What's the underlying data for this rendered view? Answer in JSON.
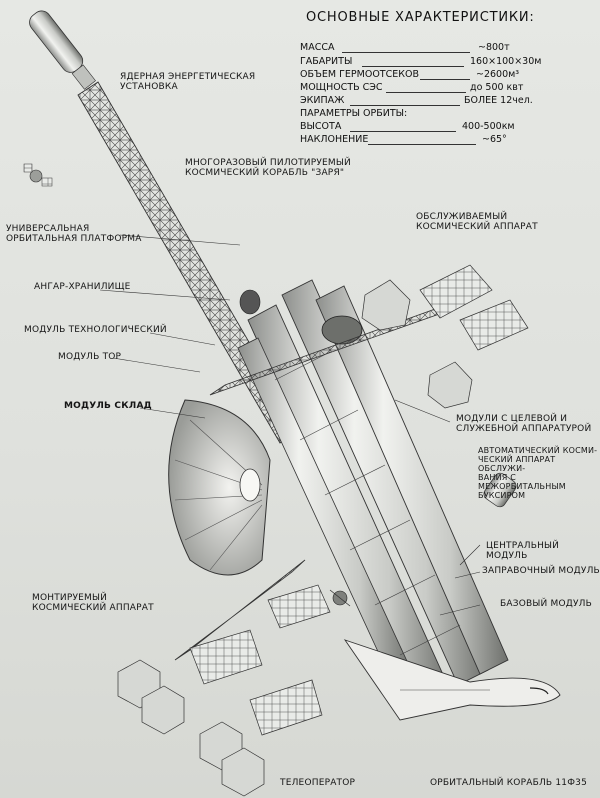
{
  "title": "ОСНОВНЫЕ ХАРАКТЕРИСТИКИ:",
  "specs": [
    {
      "name": "МАССА",
      "value": "~800т"
    },
    {
      "name": "ГАБАРИТЫ",
      "value": "160×100×30м"
    },
    {
      "name": "ОБЪЕМ ГЕРМООТСЕКОВ",
      "value": "~2600м³"
    },
    {
      "name": "МОЩНОСТЬ СЭС",
      "value": "до 500 квт"
    },
    {
      "name": "ЭКИПАЖ",
      "value": "БОЛЕЕ 12чел."
    }
  ],
  "orbit": {
    "heading": "ПАРАМЕТРЫ ОРБИТЫ:",
    "rows": [
      {
        "name": "ВЫСОТА",
        "value": "400-500км"
      },
      {
        "name": "НАКЛОНЕНИЕ",
        "value": "~65°"
      }
    ]
  },
  "labels": {
    "nuclear": "ЯДЕРНАЯ ЭНЕРГЕТИЧЕСКАЯ\nУСТАНОВКА",
    "zarya": "МНОГОРАЗОВЫЙ ПИЛОТИРУЕМЫЙ\nКОСМИЧЕСКИЙ КОРАБЛЬ \"ЗАРЯ\"",
    "platform": "УНИВЕРСАЛЬНАЯ\nОРБИТАЛЬНАЯ ПЛАТФОРМА",
    "serviced": "ОБСЛУЖИВАЕМЫЙ\nКОСМИЧЕСКИЙ АППАРАТ",
    "hangar": "АНГАР-ХРАНИЛИЩЕ",
    "tech_module": "МОДУЛЬ ТЕХНОЛОГИЧЕСКИЙ",
    "tor_module": "МОДУЛЬ ТОР",
    "store_module": "МОДУЛЬ СКЛАД",
    "target_modules": "МОДУЛИ С ЦЕЛЕВОЙ И\nСЛУЖЕБНОЙ АППАРАТУРОЙ",
    "automatic": "АВТОМАТИЧЕСКИЙ КОСМИ-\nЧЕСКИЙ АППАРАТ ОБСЛУЖИ-\nВАНИЯ С МЕЖОРБИТАЛЬНЫМ\nБУКСИРОМ",
    "central": "ЦЕНТРАЛЬНЫЙ МОДУЛЬ",
    "refuel": "ЗАПРАВОЧНЫЙ МОДУЛЬ",
    "base": "БАЗОВЫЙ МОДУЛЬ",
    "mounted": "МОНТИРУЕМЫЙ\nКОСМИЧЕСКИЙ АППАРАТ",
    "teleoperator": "ТЕЛЕОПЕРАТОР",
    "orbital_ship": "ОРБИТАЛЬНЫЙ КОРАБЛЬ 11Ф35"
  }
}
